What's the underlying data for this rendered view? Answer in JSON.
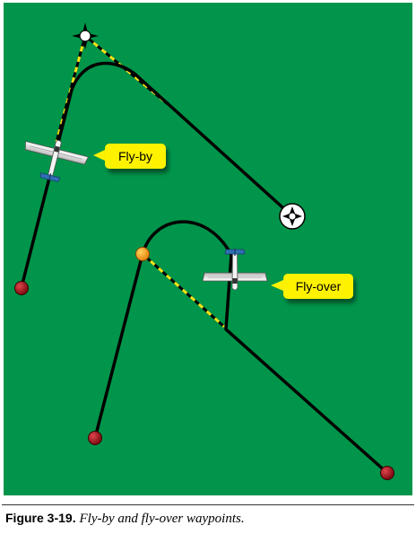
{
  "diagram": {
    "flyby_label": "Fly-by",
    "flyover_label": "Fly-over"
  },
  "caption": {
    "number": "Figure 3-19.",
    "text": "Fly-by and fly-over waypoints."
  },
  "colors": {
    "background": "#00954a",
    "track": "#000000",
    "dash": "#f5e416",
    "callout": "#fff200",
    "endpoint": "#b5121b",
    "waypoint_flyover": "#f7a521"
  }
}
